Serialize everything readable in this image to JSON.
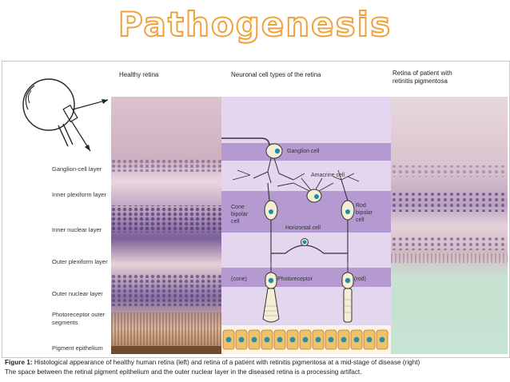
{
  "title": "Pathogenesis",
  "headers": {
    "healthy": "Healthy retina",
    "neuronal": "Neuronal cell types of the retina",
    "patient_line1": "Retina of patient with",
    "patient_line2": "retinitis pigmentosa"
  },
  "layers": [
    "Ganglion-cell layer",
    "Inner plexiform layer",
    "Inner nuclear layer",
    "Outer plexiform layer",
    "Outer nuclear layer",
    "Photoreceptor outer",
    "segments",
    "Pigment epithelium"
  ],
  "cells": {
    "ganglion": "Ganglion cell",
    "amacrine": "Amacrine cell",
    "cone_bipolar_1": "Cone",
    "cone_bipolar_2": "bipolar",
    "cone_bipolar_3": "cell",
    "rod_bipolar_1": "Rod",
    "rod_bipolar_2": "bipolar",
    "rod_bipolar_3": "cell",
    "horizontal": "Horizontal cell",
    "cone": "(cone)",
    "photoreceptor": "Photoreceptor",
    "rod": "(rod)"
  },
  "caption": {
    "figure_label": "Figure 1:",
    "line1": " Histological appearance of healthy human retina (left) and retina of a patient with retinitis pigmentosa at a mid-stage of disease (right)",
    "line2": "The space between the retinal pigment epithelium and the outer nuclear layer in the diseased retina is a processing artifact."
  },
  "colors": {
    "title_outline": "#f0a23a",
    "band_purple": "#b49ad0",
    "band_light": "#e4d6ee",
    "nucleus_teal": "#1e8fa8",
    "pigment_orange": "#f3c06a"
  }
}
